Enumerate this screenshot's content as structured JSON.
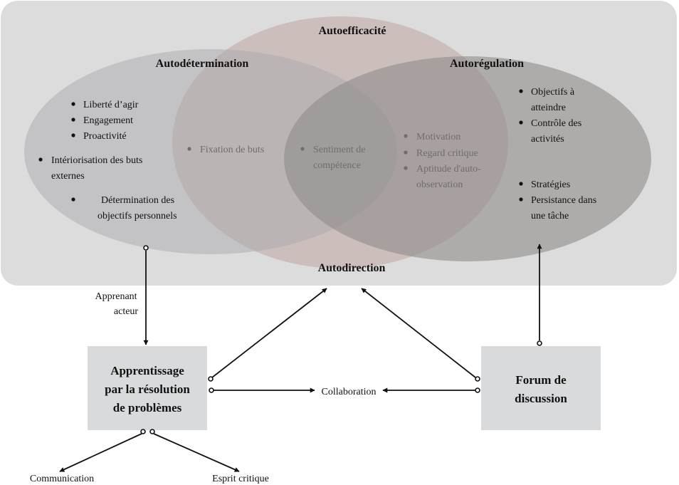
{
  "circles": {
    "autoefficacite": {
      "title": "Autoefficacité"
    },
    "autodetermination": {
      "title": "Autodétermination",
      "items": [
        "Liberté d’agir",
        "Engagement",
        "Proactivité"
      ],
      "item_interiorisation": [
        "Intériorisation des buts",
        "externes"
      ],
      "item_determination": [
        "Détermination des",
        "objectifs personnels"
      ]
    },
    "autoregulation": {
      "title": "Autorégulation",
      "items_top": [
        [
          "Objectifs à",
          "atteindre"
        ],
        [
          "Contrôle des",
          "activités"
        ]
      ],
      "items_bottom": [
        [
          "Stratégies"
        ],
        [
          "Persistance dans",
          "une tâche"
        ]
      ]
    },
    "overlaps": {
      "fixation": "Fixation de buts",
      "sentiment": [
        "Sentiment de",
        "compétence"
      ],
      "regulation_efficacy": [
        "Motivation",
        "Regard critique",
        "Aptitude d'auto-",
        "observation"
      ]
    },
    "autodirection": {
      "title": "Autodirection"
    }
  },
  "edges": {
    "apprenant_acteur": [
      "Apprenant",
      "acteur"
    ],
    "collaboration": "Collaboration",
    "communication": "Communication",
    "esprit_critique": "Esprit critique"
  },
  "boxes": {
    "apprentissage": [
      "Apprentissage",
      "par la résolution",
      "de problèmes"
    ],
    "forum": [
      "Forum de",
      "discussion"
    ]
  },
  "colors": {
    "panel": "#dcdcdc",
    "efficacy_circle": "#c8b8b5",
    "determination_circle": "#a9aaad",
    "regulation_circle": "#8f8c8b",
    "box": "#d8dadb",
    "line": "#111111"
  }
}
